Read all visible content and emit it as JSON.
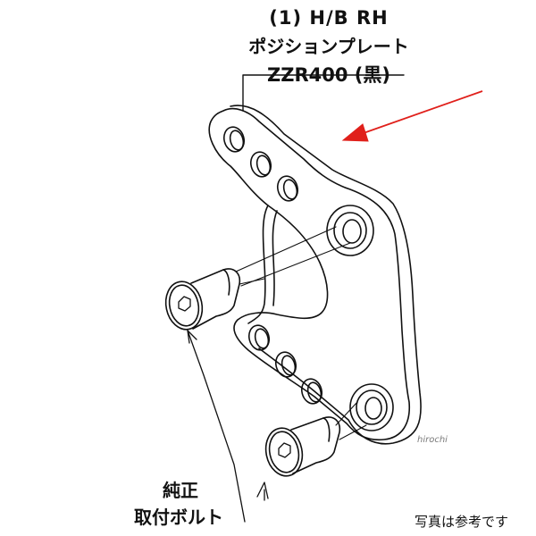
{
  "title": {
    "line1": "(1) H/B RH",
    "line2": "ポジションプレート",
    "line3": "ZZR400 (黒)"
  },
  "callout": {
    "line1": "純正",
    "line2": "取付ボルト"
  },
  "watermark": "hirochi",
  "disclaimer": "写真は参考です",
  "colors": {
    "line": "#111111",
    "arrow": "#e0201b",
    "background": "#ffffff"
  }
}
